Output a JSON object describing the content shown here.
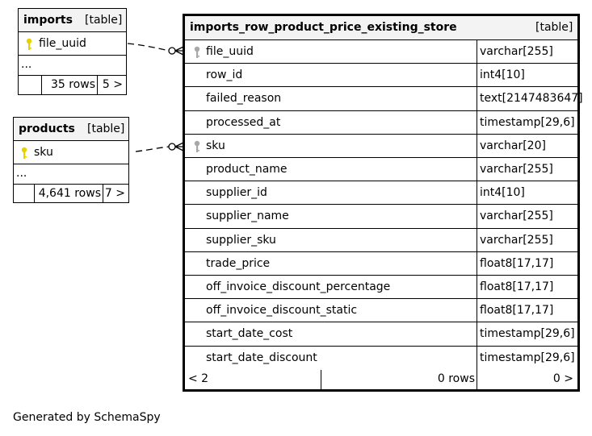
{
  "imports": {
    "name": "imports",
    "type": "[table]",
    "column": "file_uuid",
    "more": "...",
    "rows": "35 rows",
    "children": "5 >"
  },
  "products": {
    "name": "products",
    "type": "[table]",
    "column": "sku",
    "more": "...",
    "rows": "4,641 rows",
    "children": "7 >"
  },
  "main": {
    "name": "imports_row_product_price_existing_store",
    "type": "[table]",
    "columns": [
      {
        "name": "file_uuid",
        "type": "varchar[255]"
      },
      {
        "name": "row_id",
        "type": "int4[10]"
      },
      {
        "name": "failed_reason",
        "type": "text[2147483647]"
      },
      {
        "name": "processed_at",
        "type": "timestamp[29,6]"
      },
      {
        "name": "sku",
        "type": "varchar[20]"
      },
      {
        "name": "product_name",
        "type": "varchar[255]"
      },
      {
        "name": "supplier_id",
        "type": "int4[10]"
      },
      {
        "name": "supplier_name",
        "type": "varchar[255]"
      },
      {
        "name": "supplier_sku",
        "type": "varchar[255]"
      },
      {
        "name": "trade_price",
        "type": "float8[17,17]"
      },
      {
        "name": "off_invoice_discount_percentage",
        "type": "float8[17,17]"
      },
      {
        "name": "off_invoice_discount_static",
        "type": "float8[17,17]"
      },
      {
        "name": "start_date_cost",
        "type": "timestamp[29,6]"
      },
      {
        "name": "start_date_discount",
        "type": "timestamp[29,6]"
      }
    ],
    "parents": "< 2",
    "rows": "0 rows",
    "children": "0 >"
  },
  "footer": "Generated by SchemaSpy",
  "colors": {
    "primary_key": "#e6d200",
    "foreign_key": "#a8a8a8"
  }
}
